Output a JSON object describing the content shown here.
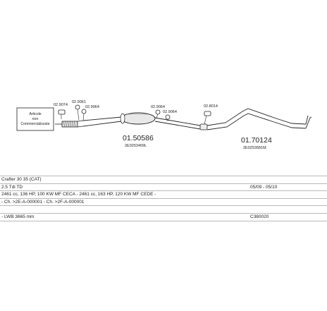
{
  "diagram": {
    "note_lines": [
      "Articole",
      "non",
      "Commercializzate"
    ],
    "part_labels": {
      "clamp_1": "02.9074",
      "hanger_1": "02.9061",
      "hanger_2": "02.9064",
      "hanger_3": "02.9064",
      "hanger_4": "02.9064",
      "clamp_2": "02.8014",
      "middle_silencer_no": "01.50586",
      "middle_silencer_oe": "2E0253409L",
      "rear_silencer_no": "01.70124",
      "rear_silencer_oe": "2E0253581M"
    }
  },
  "info": {
    "rows": [
      {
        "left": "Crafter 30 35  (CAT)",
        "right": ""
      },
      {
        "left": "2.5 Tdi TD",
        "right": "05/09 - 05/10"
      },
      {
        "left": "2461 cc, 136 HP, 100 KW MF CECA - 2461 cc, 163 HP, 120 KW MF CEDE -",
        "right": ""
      },
      {
        "left": "- Ch. >2E-A-000001 - Ch. >2F-A-000001",
        "right": ""
      },
      {
        "left": "",
        "right": ""
      },
      {
        "left": "- LWB 3665 mm",
        "right": "C380020"
      }
    ]
  }
}
